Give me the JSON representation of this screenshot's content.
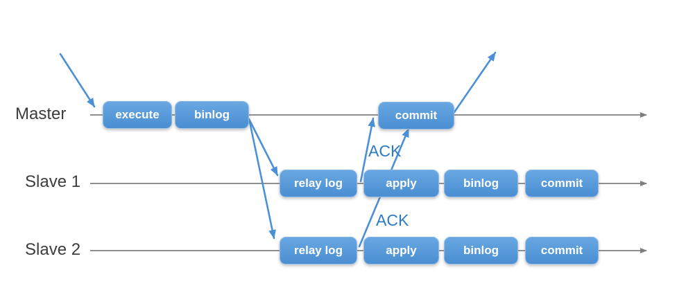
{
  "diagram": {
    "rows": [
      {
        "label": "Master",
        "boxes": [
          {
            "label": "execute"
          },
          {
            "label": "binlog"
          },
          {
            "label": "commit"
          }
        ]
      },
      {
        "label": "Slave 1",
        "boxes": [
          {
            "label": "relay log"
          },
          {
            "label": "apply"
          },
          {
            "label": "binlog"
          },
          {
            "label": "commit"
          }
        ]
      },
      {
        "label": "Slave 2",
        "boxes": [
          {
            "label": "relay log"
          },
          {
            "label": "apply"
          },
          {
            "label": "binlog"
          },
          {
            "label": "commit"
          }
        ]
      }
    ],
    "ack_labels": [
      {
        "text": "ACK"
      },
      {
        "text": "ACK"
      }
    ],
    "colors": {
      "box_top": "#68a7e1",
      "box_bottom": "#4a8ed2",
      "arrow_blue": "#4a90d9",
      "line_gray": "#7f7f7f",
      "ack_text": "#2e7bc4",
      "label_text": "#3d3d3d"
    }
  }
}
